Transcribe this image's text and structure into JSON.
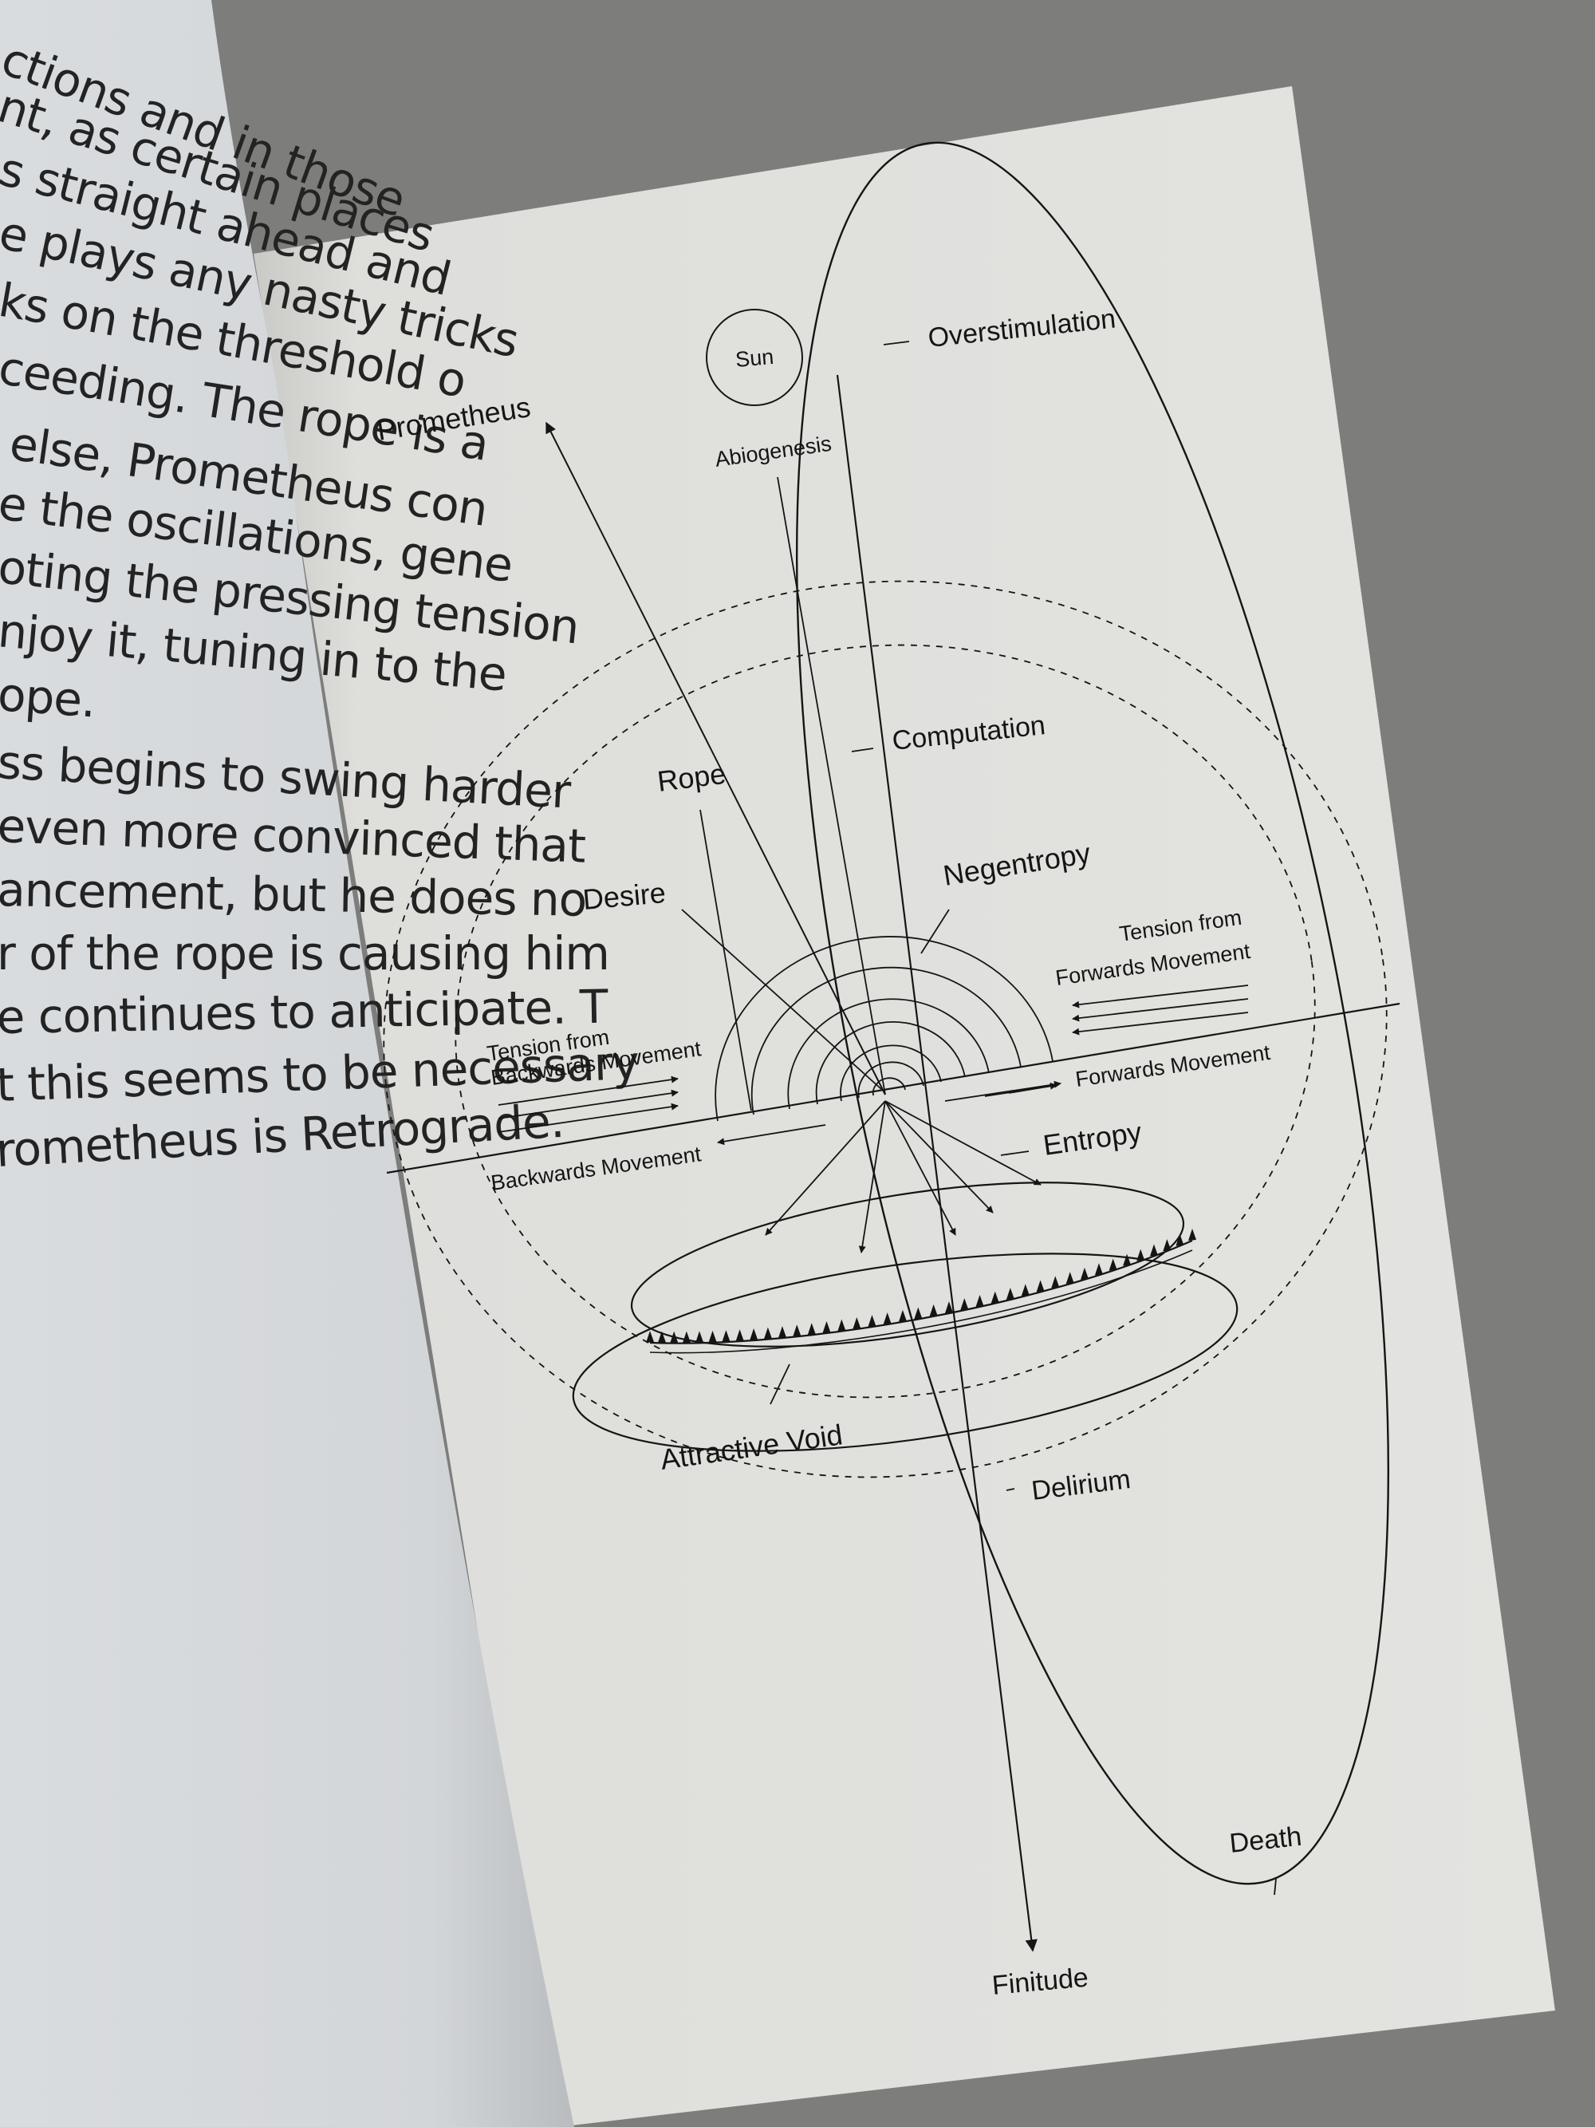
{
  "left_page": {
    "lines": [
      "ctions and in those",
      "nt, as certain places",
      "s straight ahead and",
      "e plays any nasty tricks",
      "ks on the threshold o",
      "ceeding. The rope is a",
      "else, Prometheus con",
      "e the oscillations, gene",
      "oting the pressing tension",
      "njoy it, tuning in to the",
      "ope.",
      "ss begins to swing harder",
      "even more convinced that",
      "ancement, but he does no",
      "r of the rope is causing him",
      "e continues to anticipate. T",
      "t this seems to be necessary",
      "rometheus is Retrograde."
    ]
  },
  "diagram": {
    "labels": {
      "sun": "Sun",
      "abiogenesis": "Abiogenesis",
      "prometheus": "Prometheus",
      "overstimulation": "Overstimulation",
      "computation": "Computation",
      "rope": "Rope",
      "negentropy": "Negentropy",
      "desire": "Desire",
      "tension_forwards_1": "Tension from",
      "tension_forwards_2": "Forwards Movement",
      "tension_backwards_1": "Tension from",
      "tension_backwards_2": "Backwards Movement",
      "forwards_movement": "Forwards Movement",
      "backwards_movement": "Backwards Movement",
      "entropy": "Entropy",
      "attractive_void": "Attractive Void",
      "delirium": "Delirium",
      "death": "Death",
      "finitude": "Finitude"
    }
  },
  "colors": {
    "background": "#7d7d7b",
    "left_page": "#d6d9dc",
    "right_page": "#e0e0dd",
    "ink": "#151515"
  }
}
